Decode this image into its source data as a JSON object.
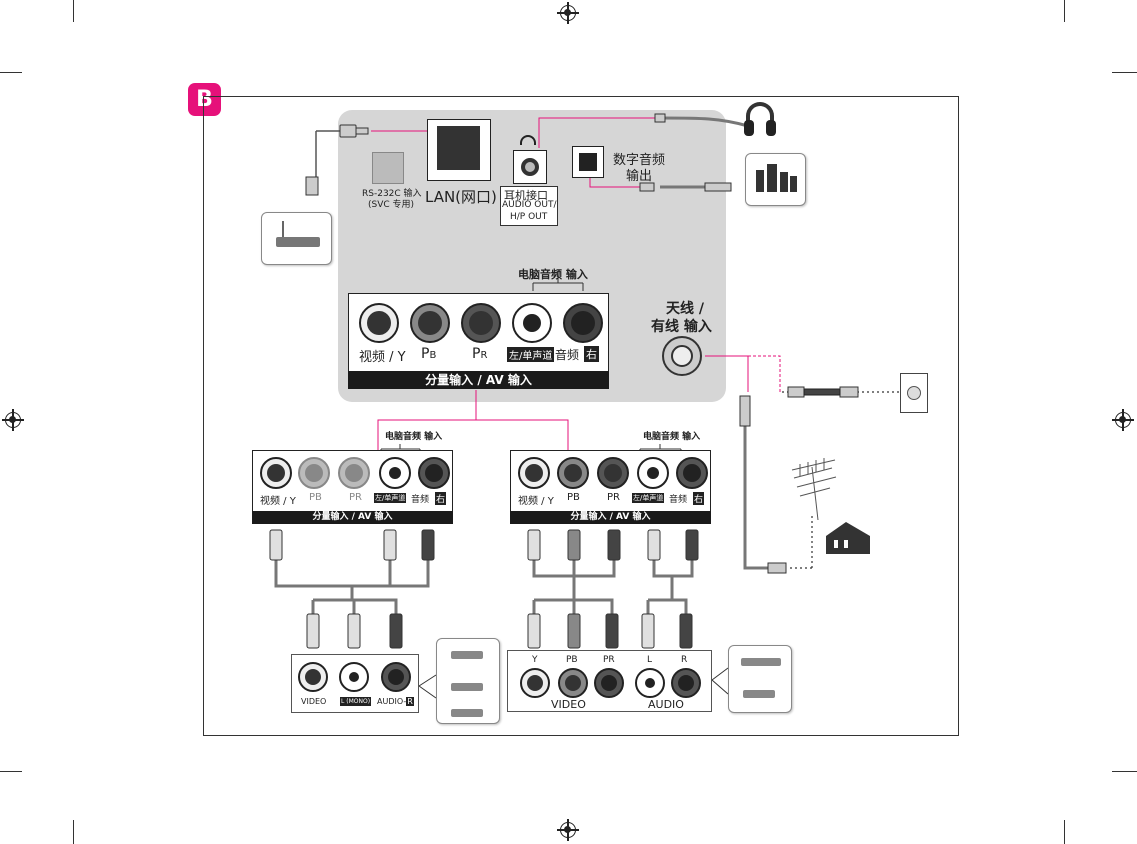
{
  "badge": "B",
  "rs232": {
    "line1": "RS-232C 输入",
    "line2": "(SVC 专用)"
  },
  "lan": {
    "label": "LAN(网口)"
  },
  "headphone": {
    "line1": "耳机接口",
    "line2": "AUDIO OUT/",
    "line3": "H/P OUT"
  },
  "digital_audio": {
    "line1": "数字音频",
    "line2": "输出"
  },
  "pc_audio_in": "电脑音频 输入",
  "antenna": {
    "line1": "天线 /",
    "line2": "有线 输入"
  },
  "tv_component": {
    "labels": {
      "y": "视频 / Y",
      "pb": "P",
      "pb_sub": "B",
      "pr": "P",
      "pr_sub": "R",
      "left": "左/单声道",
      "audio": "音频",
      "right": "右"
    },
    "bar": "分量输入 / AV 输入"
  },
  "left_panel": {
    "pc_audio_in": "电脑音频 输入",
    "labels": {
      "y": "视频 / Y",
      "pb": "PB",
      "pr": "PR",
      "left": "左/单声道",
      "audio": "音频",
      "right": "右"
    },
    "bar": "分量输入 / AV 输入"
  },
  "right_panel": {
    "pc_audio_in": "电脑音频 输入",
    "labels": {
      "y": "视频 / Y",
      "pb": "PB",
      "pr": "PR",
      "left": "左/单声道",
      "audio": "音频",
      "right": "右"
    },
    "bar": "分量输入 / AV 输入"
  },
  "av_device": {
    "video": "VIDEO",
    "mono": "L (MONO)",
    "audio": "AUDIO",
    "r": "R"
  },
  "component_device": {
    "y": "Y",
    "pb": "PB",
    "pr": "PR",
    "l": "L",
    "r": "R",
    "video_group": "VIDEO",
    "audio_group": "AUDIO"
  },
  "colors": {
    "accent": "#e6117a",
    "tv_panel": "#d6d6d6",
    "bar": "#1a1a1a"
  }
}
